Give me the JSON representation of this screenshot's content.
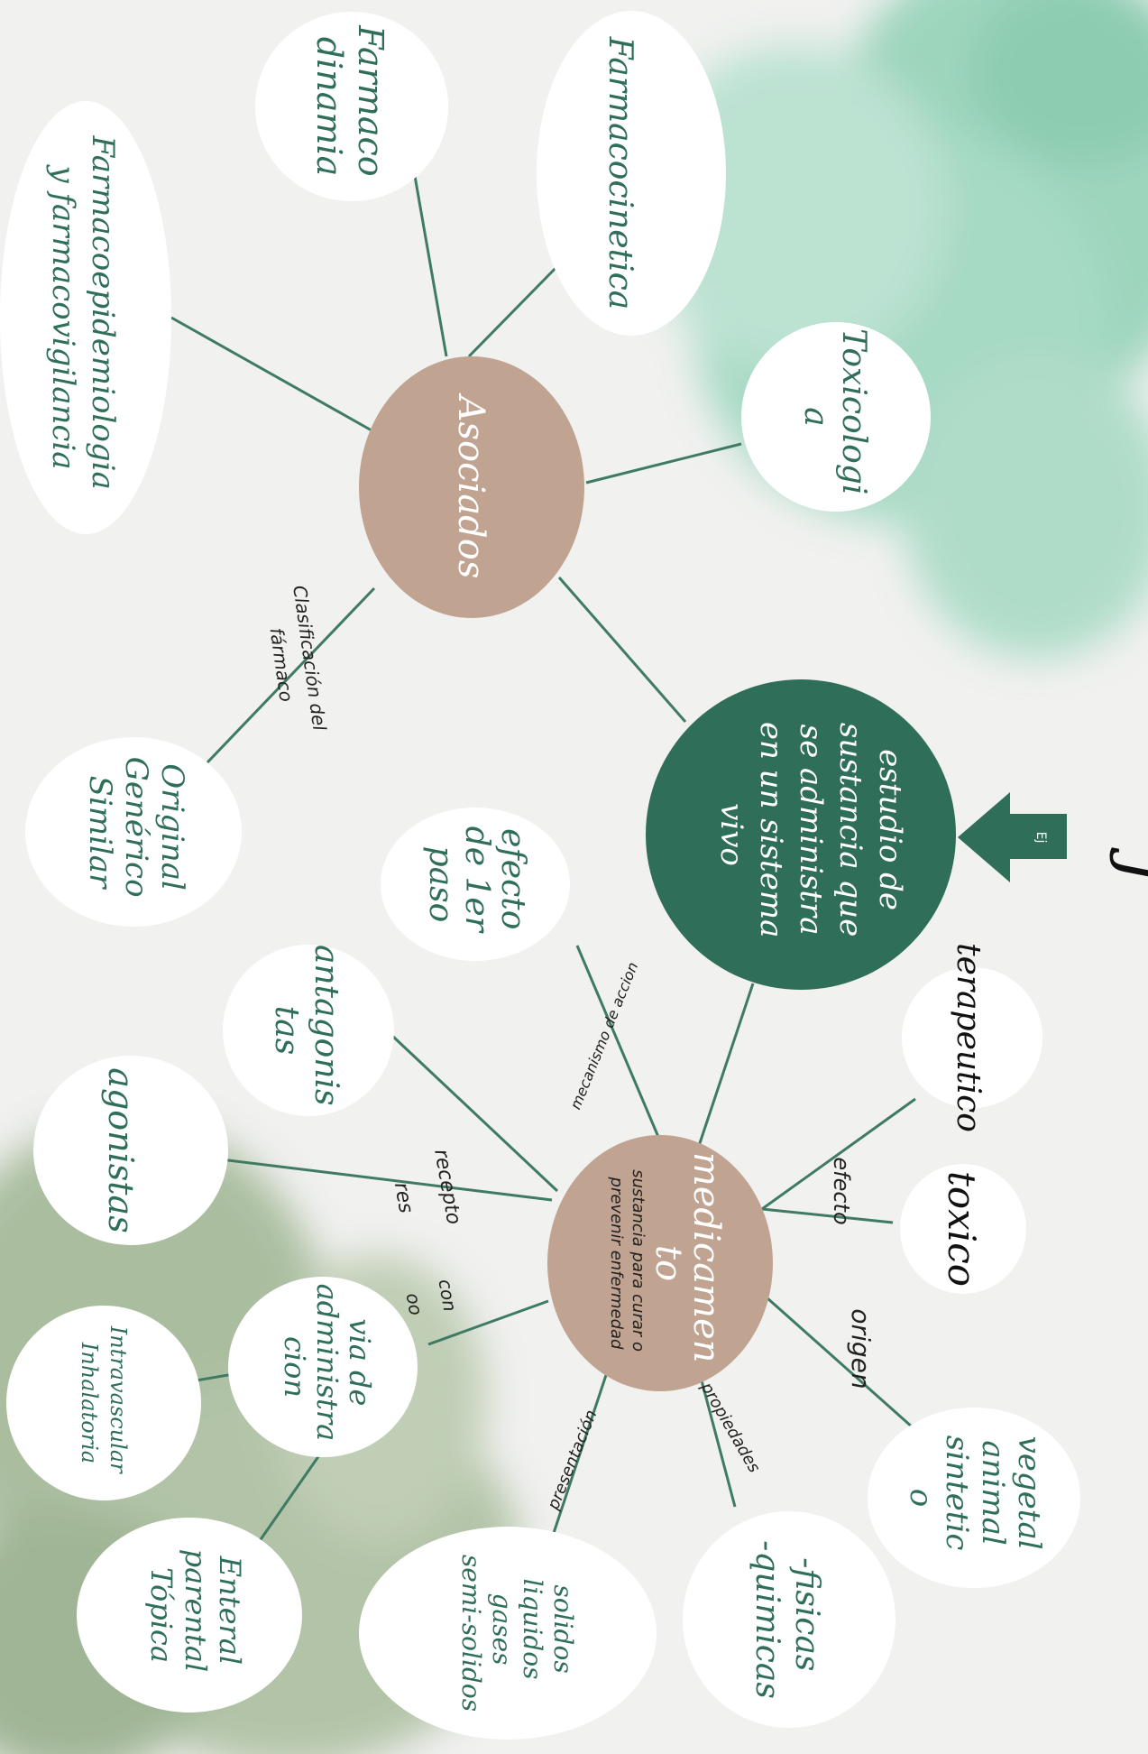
{
  "center": {
    "text": [
      "estudio de",
      "sustancia que",
      "se administra",
      "en un sistema",
      "vivo"
    ],
    "arrow_label": "Ej"
  },
  "corner_glyph": "J",
  "asociados": {
    "title": "Asociados",
    "label": [
      "Clasificación del",
      "fármaco"
    ]
  },
  "asociados_nodes": {
    "toxicologia": [
      "Toxicologi",
      "a"
    ],
    "farmacocinetica": [
      "Farmacocinetica"
    ],
    "farmacodinamia": [
      "Farmaco",
      "dinamia"
    ],
    "farmacoepi": [
      "Farmacoepidemiologia",
      "y farmacovigilancia"
    ],
    "clasificacion": [
      "Original",
      "Genérico",
      "Similar"
    ]
  },
  "medicamento": {
    "title": "medicamen",
    "title2": "to",
    "sub": [
      "sustancia para curar o",
      "prevenir enfermedad"
    ]
  },
  "edge_labels": {
    "efecto": "efecto",
    "origen": "origen",
    "propiedades": "propiedades",
    "presentacion": "presentación",
    "receptores": [
      "recepto",
      "res"
    ],
    "con": [
      "con",
      "oo"
    ],
    "mecanismo": "mecanismo de accion"
  },
  "med_nodes": {
    "terapeutico": [
      "terapeutico"
    ],
    "toxico": [
      "toxico"
    ],
    "origen": [
      "vegetal",
      "animal",
      "sintetic",
      "o"
    ],
    "propiedades": [
      "-fisicas",
      "-quimicas"
    ],
    "presentacion": [
      "solidos",
      "liquidos",
      "gases",
      "semi-solidos"
    ],
    "efecto_1er_paso": [
      "efecto",
      "de 1er",
      "paso"
    ],
    "antagonistas": [
      "antagonis",
      "tas"
    ],
    "agonistas": [
      "agonistas"
    ],
    "via": [
      "via de",
      "administra",
      "cion"
    ],
    "intravascular": [
      "Intravascular",
      "Inhalatoria"
    ],
    "enteral": [
      "Enteral",
      "parental",
      "Tópica"
    ]
  },
  "colors": {
    "background": "#f1f1f0",
    "teal_wash": "#8fd0b4",
    "sage_wash": "#9fb592",
    "center_fill": "#2f6e58",
    "tan_fill": "#c1a391",
    "line": "#3f7a63",
    "text_green": "#2f6e58"
  }
}
